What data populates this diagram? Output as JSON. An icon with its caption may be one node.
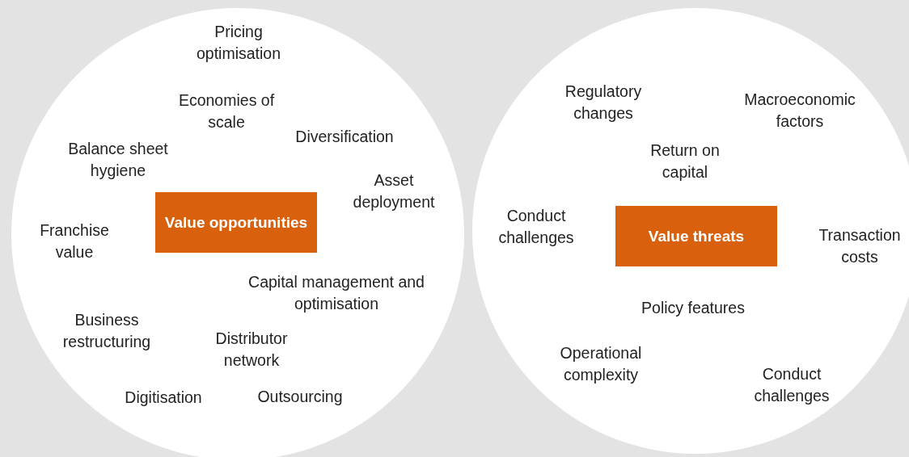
{
  "diagram": {
    "nodes": [
      {
        "text": [],
        "shape": "circle"
      },
      {
        "text": [
          "Value opportunities"
        ],
        "in": 0
      },
      {
        "text": [],
        "shape": "circle"
      },
      {
        "text": [
          "Value threats"
        ],
        "in": 2
      }
    ],
    "edges": [],
    "labels": [
      "Pricing optimisation",
      "Economies of scale",
      "Diversification",
      "Balance sheet hygiene",
      "Asset deployment",
      "Franchise value",
      "Capital management and optimisation",
      "Business restructuring",
      "Distributor network",
      "Digitisation",
      "Outsourcing",
      "Regulatory changes",
      "Macroeconomic factors",
      "Return on capital",
      "Conduct challenges",
      "Transaction costs",
      "Policy features",
      "Operational complexity",
      "Conduct challenges"
    ]
  }
}
